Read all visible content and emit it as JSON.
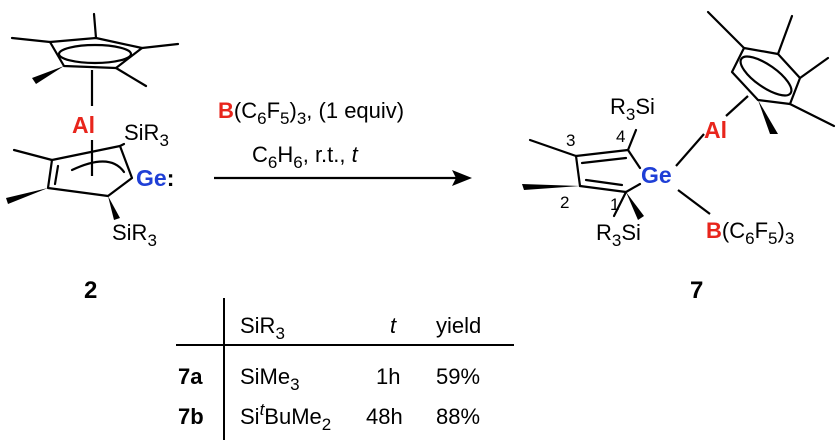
{
  "reaction": {
    "reactant_label": "2",
    "product_label": "7",
    "condition_line1": {
      "boron": "B",
      "reagent_rest": "(C",
      "sub6": "6",
      "reagent_mid": "F",
      "sub5": "5",
      "reagent_end": ")",
      "sub3": "3",
      "equiv": ", (1 equiv)"
    },
    "condition_line2": {
      "solvent": "C",
      "sub6a": "6",
      "solvent_h": "H",
      "sub6b": "6",
      "temp": ", r.t., ",
      "time": "t"
    }
  },
  "reactant": {
    "aluminum": "Al",
    "germanium": "Ge",
    "germanium_suffix": ":",
    "silyl_top": "SiR",
    "silyl_top_sub": "3",
    "silyl_bottom": "SiR",
    "silyl_bottom_sub": "3"
  },
  "product": {
    "aluminum": "Al",
    "germanium": "Ge",
    "silyl_top": "R",
    "silyl_top_sub": "3",
    "silyl_top_end": "Si",
    "silyl_bottom": "R",
    "silyl_bottom_sub": "3",
    "silyl_bottom_end": "Si",
    "boron": "B",
    "borane_rest": "(C",
    "b_sub6": "6",
    "borane_f": "F",
    "b_sub5": "5",
    "borane_end": ")",
    "b_sub3": "3",
    "ring_numbers": [
      "3",
      "4",
      "2",
      "1"
    ]
  },
  "table": {
    "headers": {
      "sir3": "SiR",
      "sir3_sub": "3",
      "time": "t",
      "yield": "yield"
    },
    "rows": [
      {
        "compound": "7a",
        "silyl": "SiMe",
        "silyl_sub": "3",
        "silyl_sup": "",
        "silyl_tail": "",
        "silyl_tail_sub": "",
        "time": "1h",
        "yield": "59%"
      },
      {
        "compound": "7b",
        "silyl": "Si",
        "silyl_sub": "",
        "silyl_sup": "t",
        "silyl_tail": "BuMe",
        "silyl_tail_sub": "2",
        "time": "48h",
        "yield": "88%"
      }
    ]
  }
}
